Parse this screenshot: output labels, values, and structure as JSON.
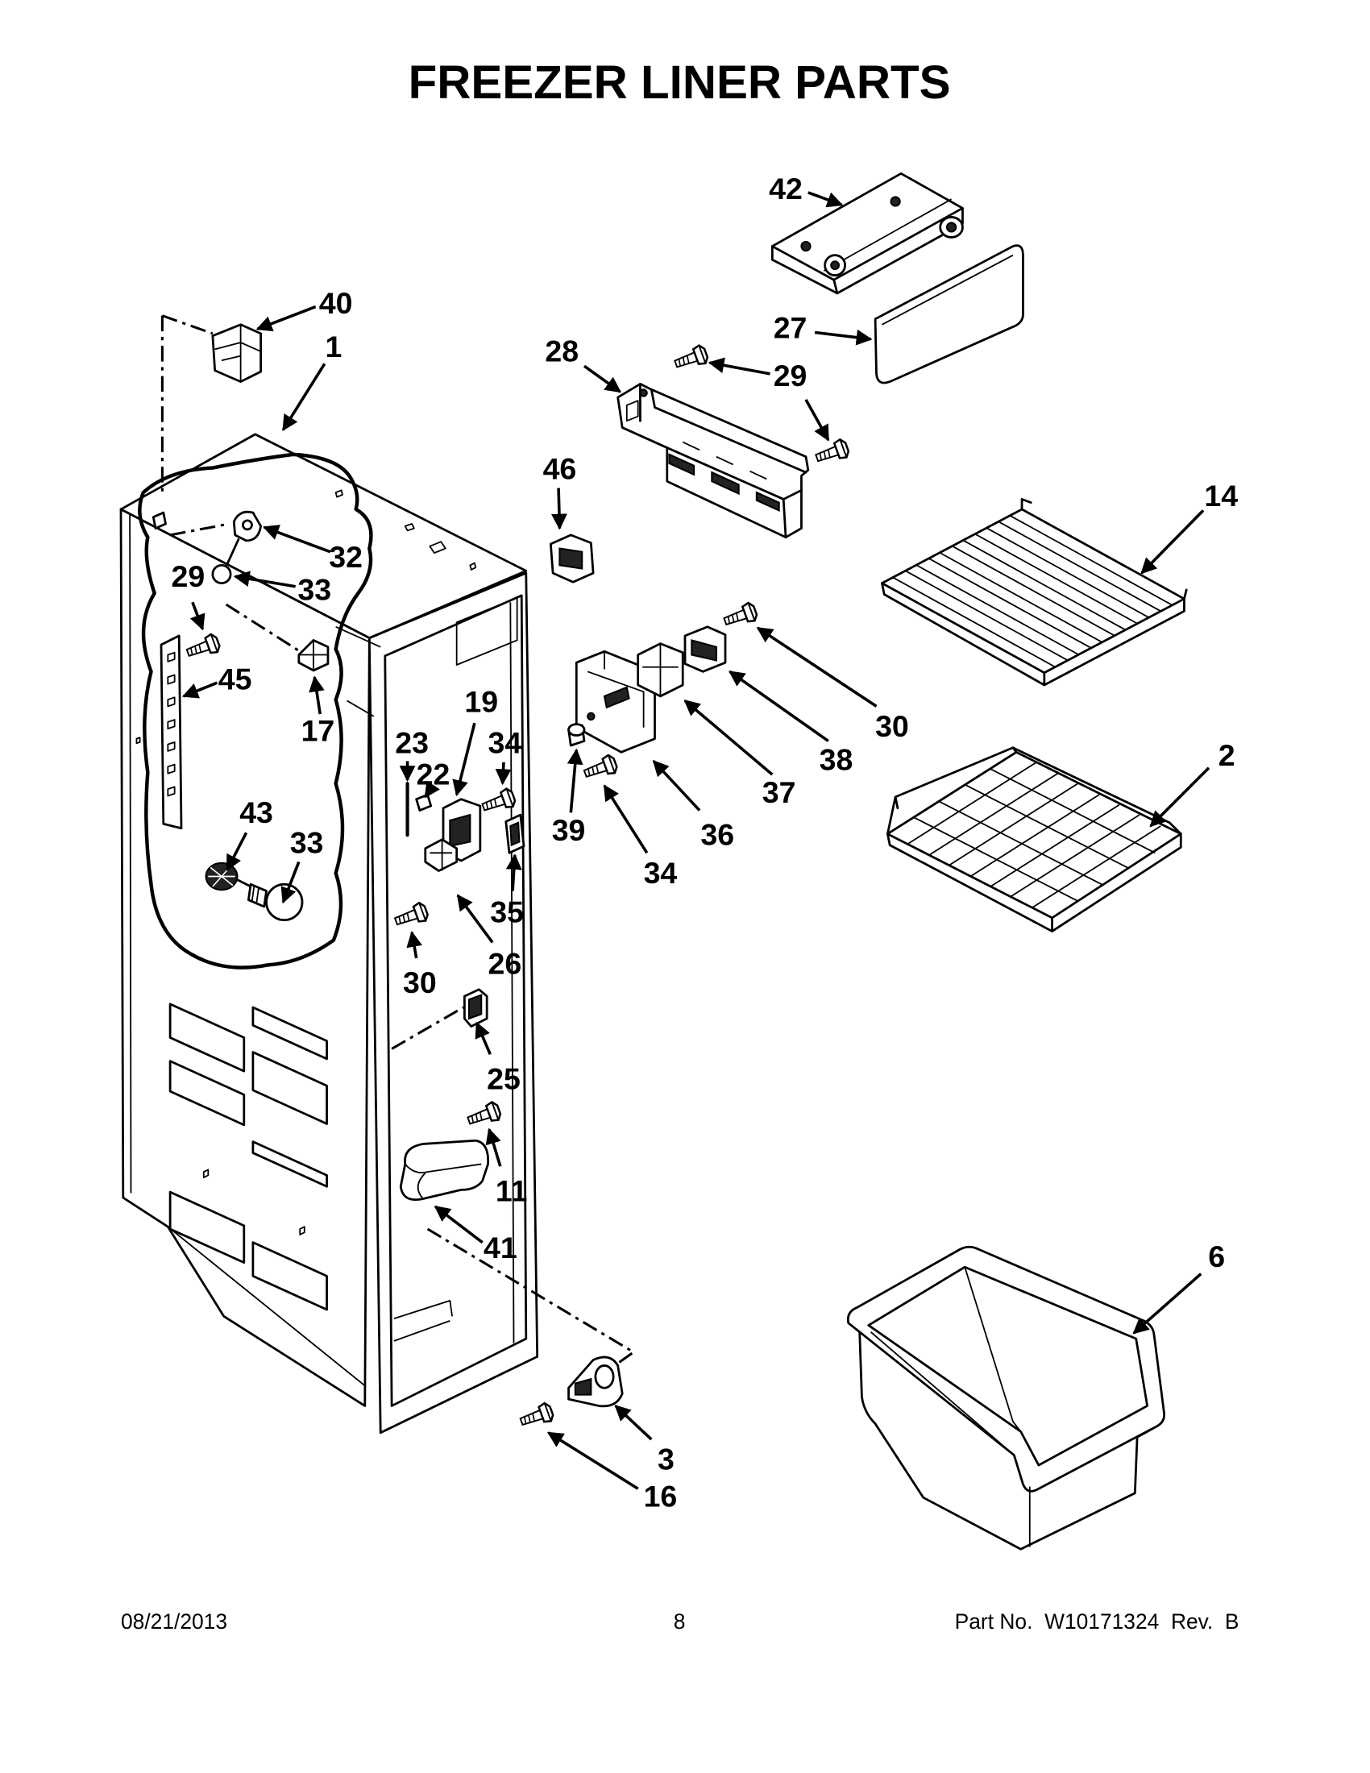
{
  "title": "FREEZER LINER PARTS",
  "callouts": [
    "42",
    "40",
    "1",
    "28",
    "27",
    "29",
    "46",
    "14",
    "32",
    "29",
    "33",
    "45",
    "17",
    "30",
    "19",
    "23",
    "34",
    "22",
    "38",
    "2",
    "37",
    "43",
    "33",
    "39",
    "36",
    "34",
    "35",
    "26",
    "30",
    "25",
    "11",
    "41",
    "6",
    "3",
    "16"
  ],
  "footer": {
    "date": "08/21/2013",
    "page": "8",
    "part_no": "Part No.  W10171324  Rev.  B"
  }
}
